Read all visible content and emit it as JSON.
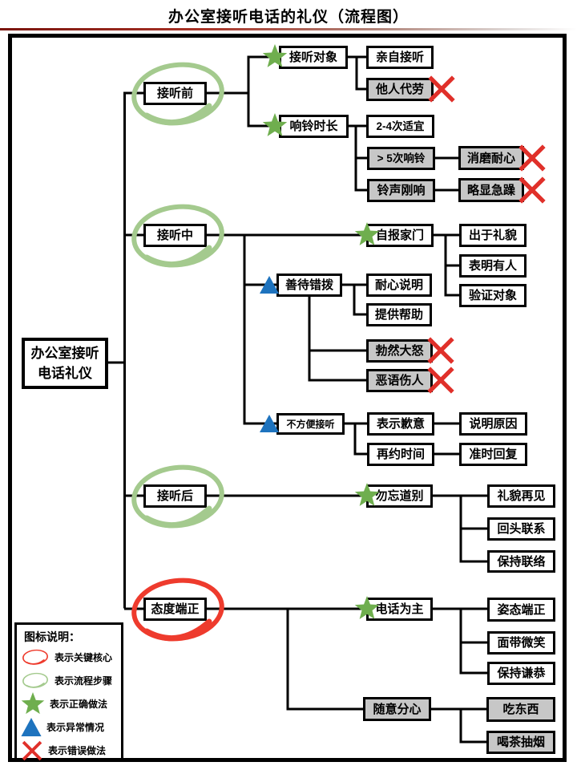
{
  "title": "办公室接听电话的礼仪（流程图）",
  "root": {
    "line1": "办公室接听",
    "line2": "电话礼仪"
  },
  "nodes": {
    "pre": "接听前",
    "during": "接听中",
    "after": "接听后",
    "attitude": "态度端正",
    "answer_target": "接听对象",
    "answer_self": "亲自接听",
    "answer_proxy": "他人代劳",
    "ring_duration": "响铃时长",
    "ring_2_4": "2-4次适宜",
    "ring_5plus": "> 5次响铃",
    "wear_patience": "消磨耐心",
    "ring_just": "铃声刚响",
    "seem_hasty": "略显急躁",
    "self_intro": "自报家门",
    "courtesy": "出于礼貌",
    "show_presence": "表明有人",
    "verify_caller": "验证对象",
    "wrong_number": "善待错拨",
    "explain_patiently": "耐心说明",
    "offer_help": "提供帮助",
    "burst_anger": "勃然大怒",
    "harsh_words": "恶语伤人",
    "inconvenient": "不方便接听",
    "apologize": "表示歉意",
    "explain_reason": "说明原因",
    "reschedule": "再约时间",
    "reply_on_time": "准时回复",
    "farewell": "勿忘道别",
    "polite_goodbye": "礼貌再见",
    "contact_later": "回头联系",
    "keep_in_touch": "保持联络",
    "phone_first": "电话为主",
    "good_posture": "姿态端正",
    "smile": "面带微笑",
    "stay_humble": "保持谦恭",
    "distracted": "随意分心",
    "eating": "吃东西",
    "tea_smoking": "喝茶抽烟"
  },
  "legend": {
    "title": "图标说明：",
    "items": [
      {
        "icon": "red-loop-icon",
        "label": "表示关键核心"
      },
      {
        "icon": "green-loop-icon",
        "label": "表示流程步骤"
      },
      {
        "icon": "green-star-icon",
        "label": "表示正确做法"
      },
      {
        "icon": "blue-triangle-icon",
        "label": "表示异常情况"
      },
      {
        "icon": "red-cross-icon",
        "label": "表示错误做法"
      }
    ]
  },
  "colors": {
    "star-green": "#6fae4e",
    "loop-green": "#a4ca8e",
    "loop-red": "#ee3b2d",
    "triangle-blue": "#1e73be",
    "cross-red": "#e0302a",
    "gray-fill": "#c7c7c7",
    "rule-red": "#7a150e"
  }
}
